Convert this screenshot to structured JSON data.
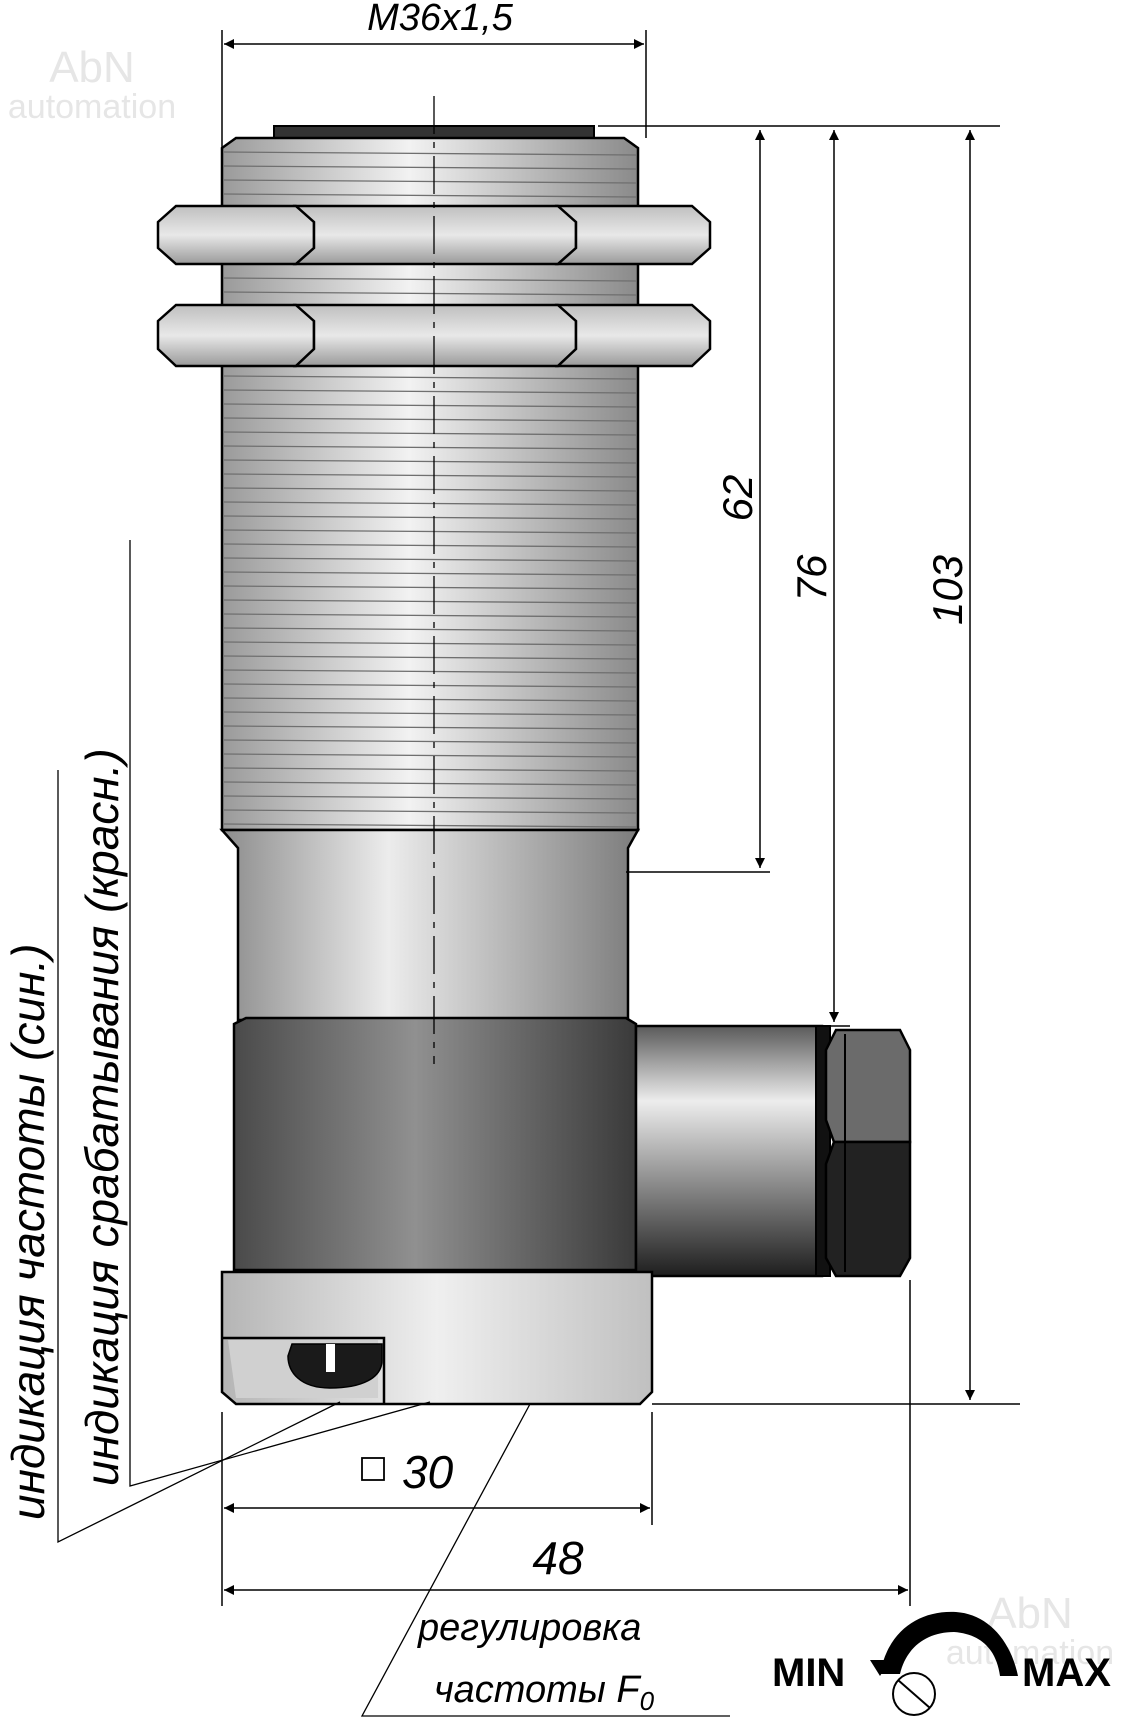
{
  "watermark": {
    "top_brand": "AbN",
    "top_sub": "automation",
    "bottom_brand": "AbN",
    "bottom_sub": "automation"
  },
  "dimensions": {
    "thread": "M36x1,5",
    "d62": "62",
    "d76": "76",
    "d103": "103",
    "sq30": "30",
    "d48": "48"
  },
  "labels": {
    "freq_indication": "индикация частоты (син.)",
    "trigger_indication": "индикация срабатывания (красн.)",
    "adjust_line1": "регулировка",
    "adjust_line2": "частоты F",
    "adjust_sub": "0",
    "min": "MIN",
    "max": "MAX"
  },
  "colors": {
    "outline": "#000000",
    "body_dark": "#6e6e6e",
    "metal_light": "#d9d9d9"
  }
}
